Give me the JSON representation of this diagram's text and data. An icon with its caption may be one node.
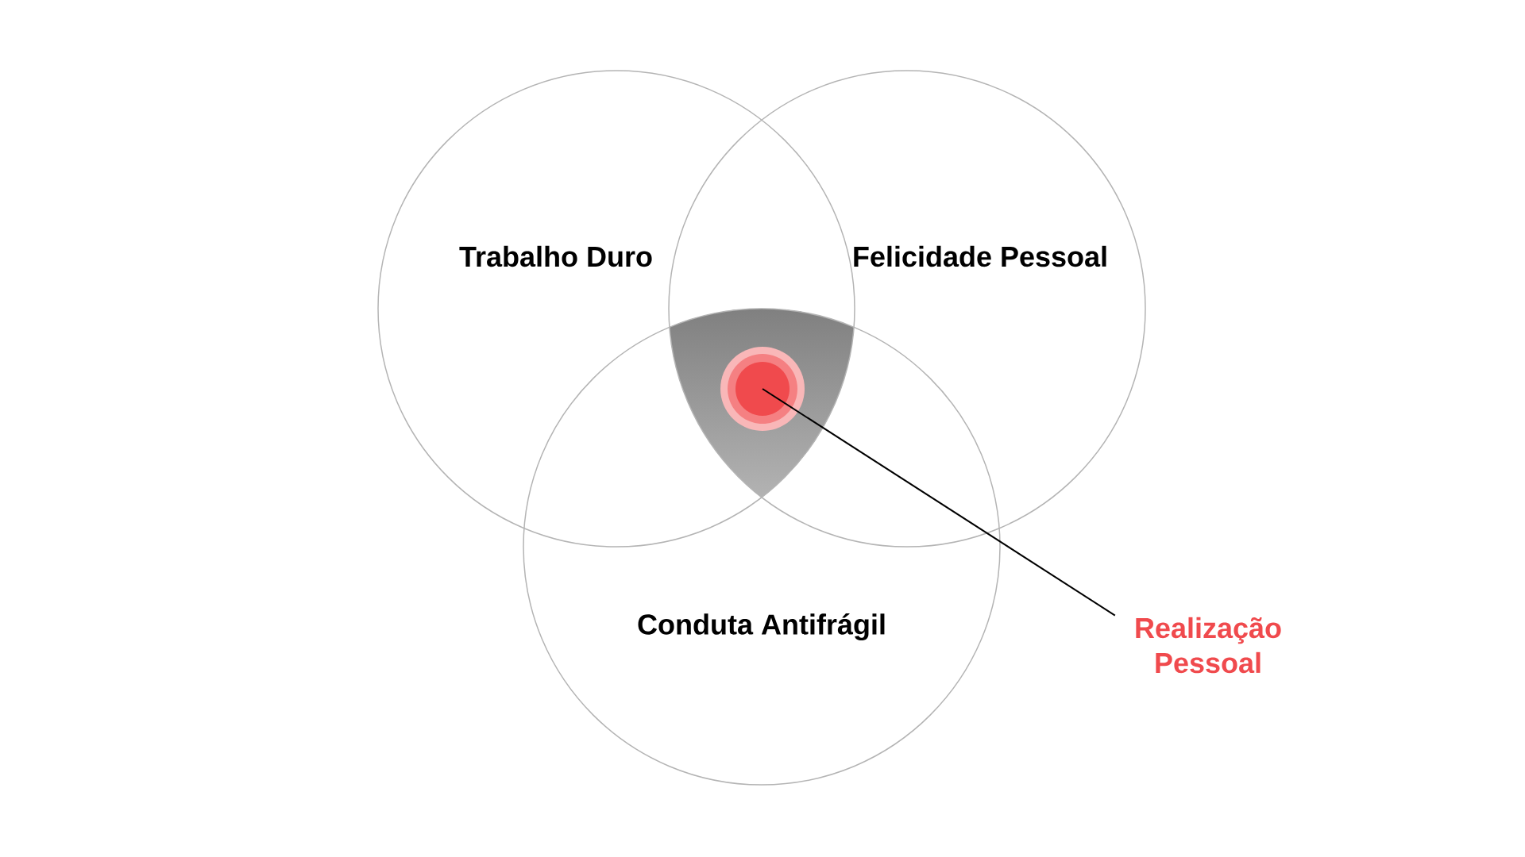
{
  "diagram": {
    "nodes": [
      {
        "text": [
          "Trabalho Duro"
        ]
      },
      {
        "text": [
          "Felicidade Pessoal"
        ]
      },
      {
        "text": [
          "Conduta Antifrágil"
        ]
      },
      {
        "text": [],
        "shape": "circle"
      },
      {
        "text": [
          "Realização Pessoal"
        ]
      }
    ],
    "edges": [
      {
        "from": 4,
        "to": 3,
        "arrow": "none"
      }
    ]
  }
}
